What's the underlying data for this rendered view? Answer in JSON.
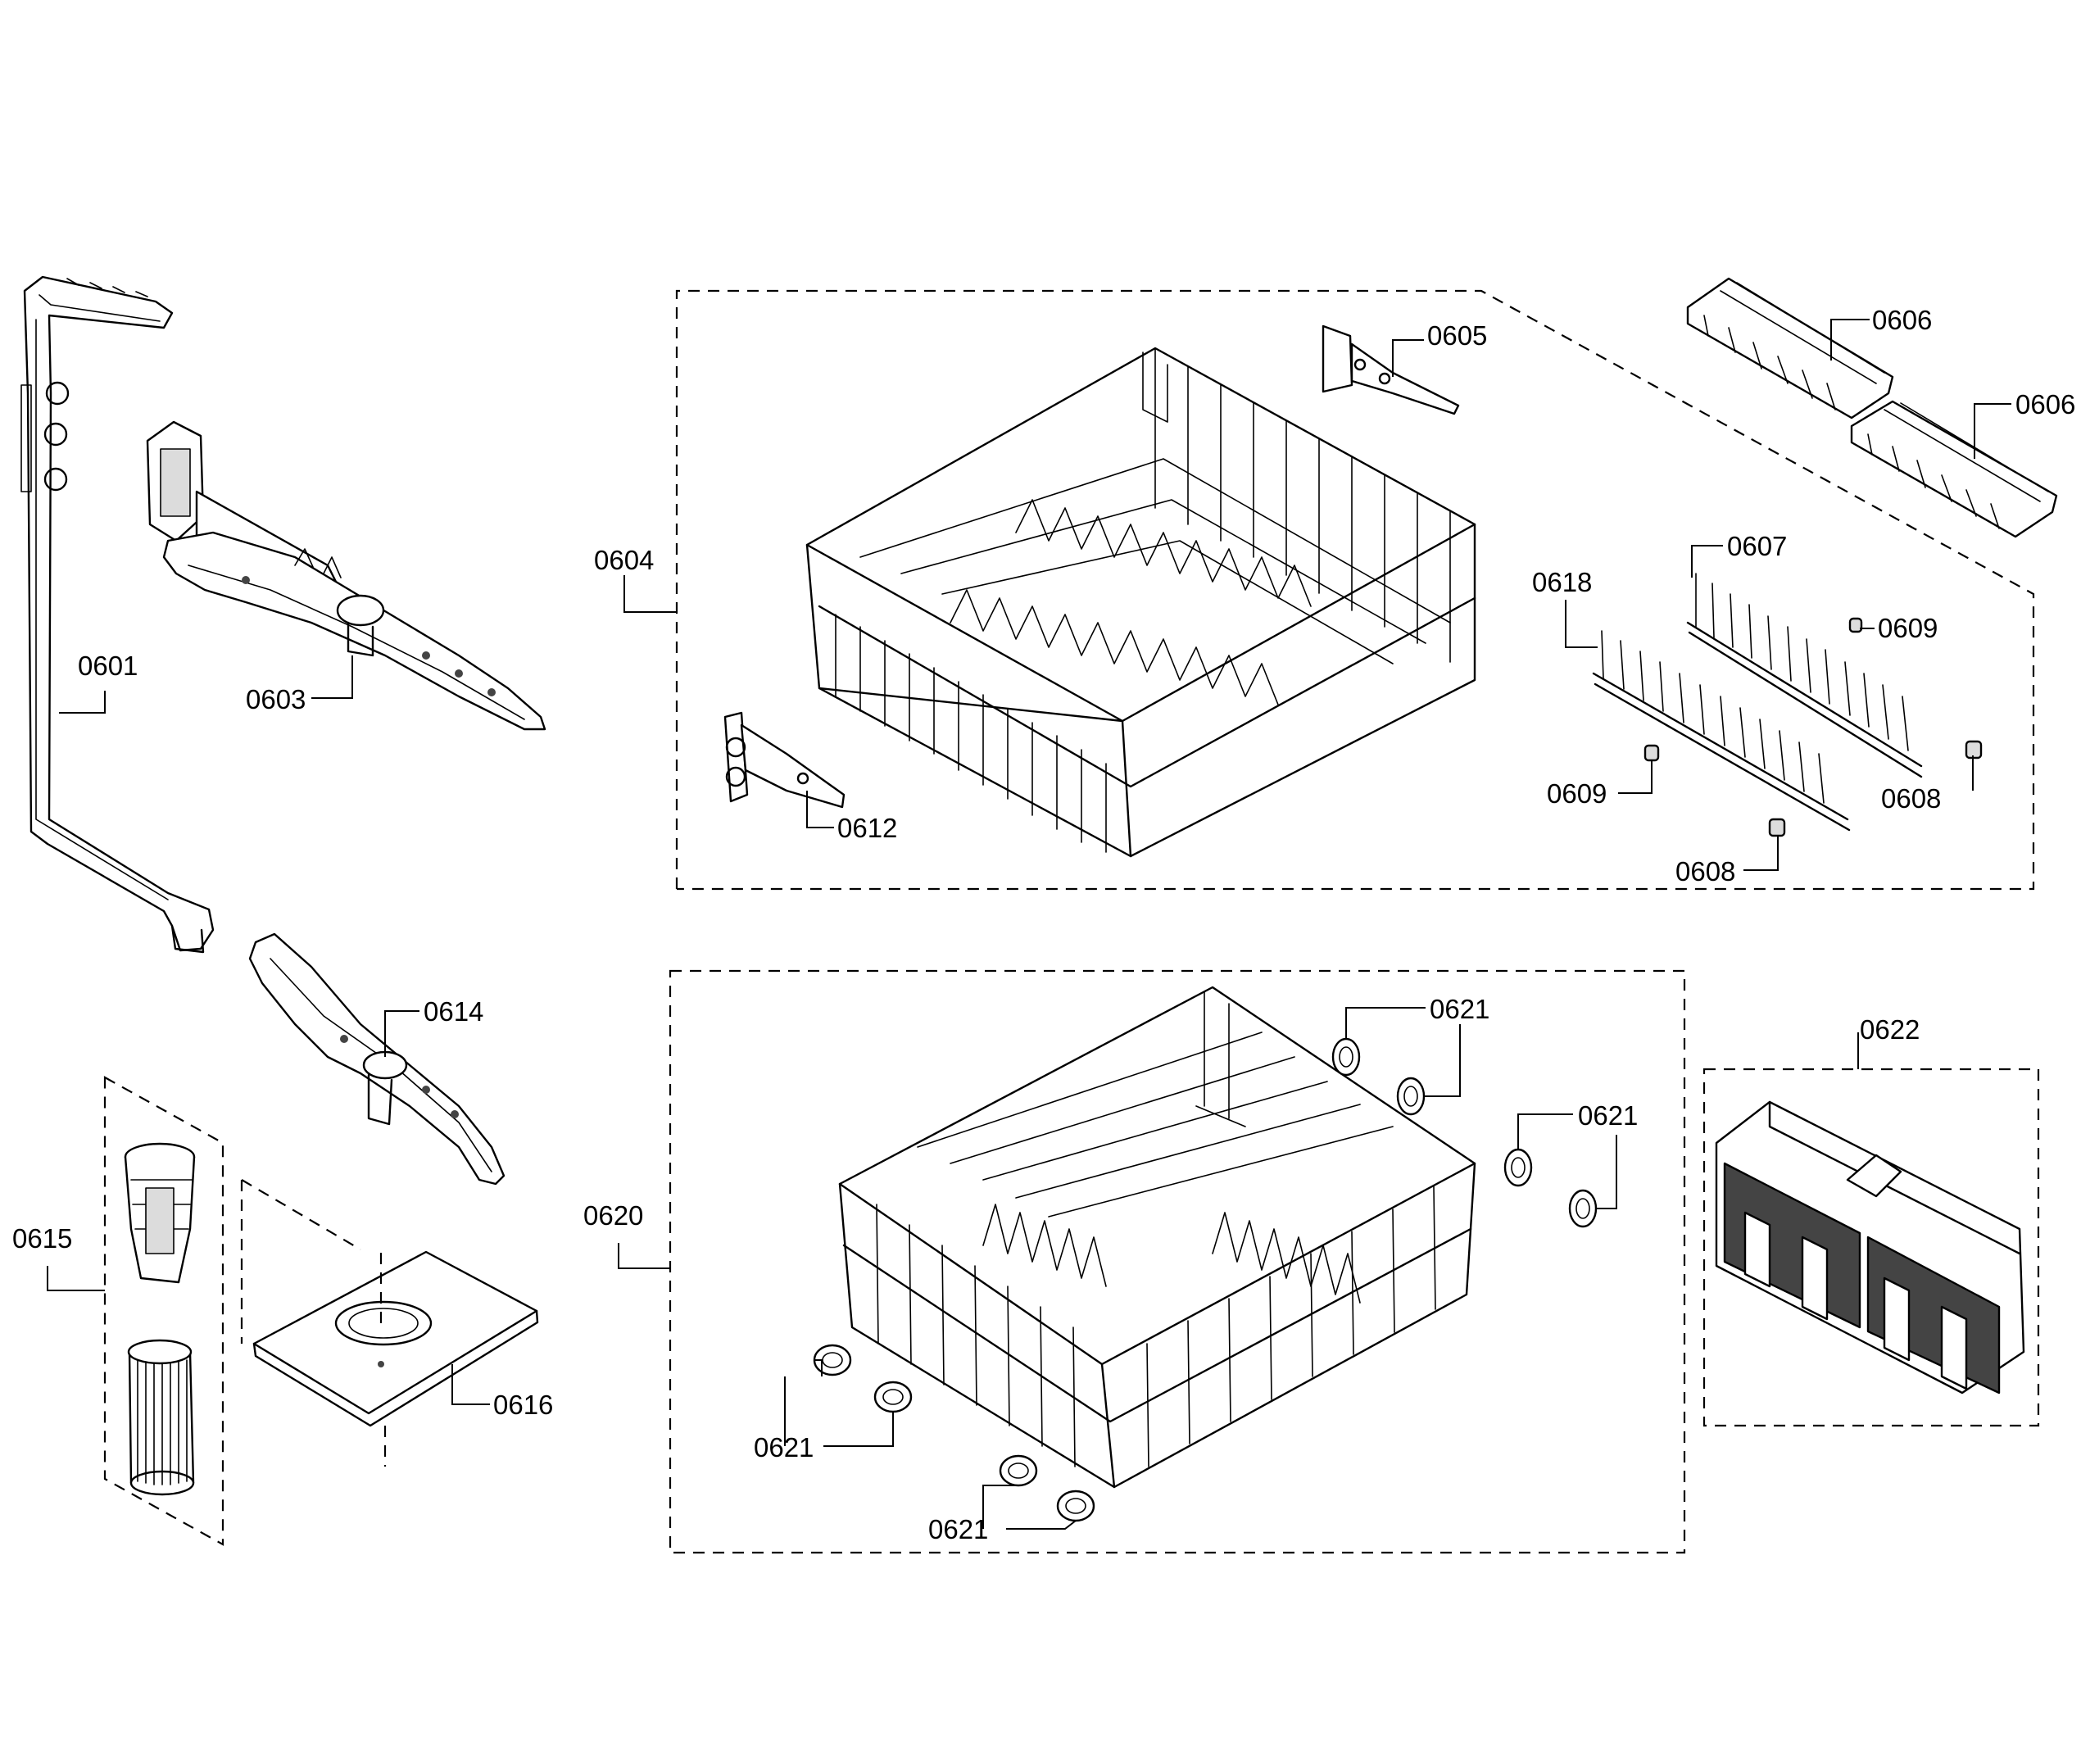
{
  "labels": {
    "l0601": "0601",
    "l0603": "0603",
    "l0604": "0604",
    "l0605": "0605",
    "l0606a": "0606",
    "l0606b": "0606",
    "l0607": "0607",
    "l0608a": "0608",
    "l0608b": "0608",
    "l0609a": "0609",
    "l0609b": "0609",
    "l0612": "0612",
    "l0614": "0614",
    "l0615": "0615",
    "l0616": "0616",
    "l0618": "0618",
    "l0620": "0620",
    "l0621a": "0621",
    "l0621b": "0621",
    "l0621c": "0621",
    "l0621d": "0621",
    "l0622": "0622"
  },
  "colors": {
    "line": "#000000",
    "background": "#ffffff"
  }
}
